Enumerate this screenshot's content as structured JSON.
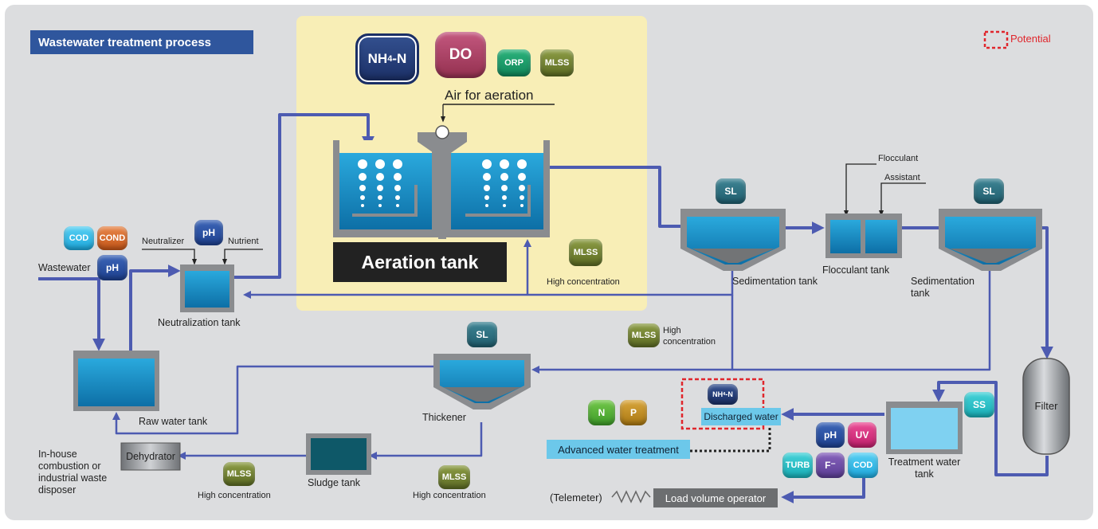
{
  "title": "Wastewater treatment process",
  "legend": {
    "potential": "Potential"
  },
  "aeration": {
    "label": "Aeration tank",
    "air_label": "Air for aeration",
    "badges": {
      "nh4n": "NH4-N",
      "do": "DO",
      "orp": "ORP",
      "mlss": "MLSS"
    },
    "return_mlss": "MLSS",
    "return_note": "High concentration"
  },
  "inputs": {
    "neutralizer": "Neutralizer",
    "nutrient": "Nutrient",
    "wastewater": "Wastewater",
    "flocculant": "Flocculant",
    "assistant": "Assistant"
  },
  "tanks": {
    "neutralization": "Neutralization tank",
    "raw_water": "Raw water tank",
    "sedimentation1": "Sedimentation tank",
    "flocculant": "Flocculant tank",
    "sedimentation2": "Sedimentation tank",
    "thickener": "Thickener",
    "sludge": "Sludge tank",
    "treatment_water": "Treatment water tank",
    "filter": "Filter",
    "dehydrator": "Dehydrator"
  },
  "badges": {
    "cod": "COD",
    "cond": "COND",
    "ph": "pH",
    "sl": "SL",
    "mlss": "MLSS",
    "n": "N",
    "p": "P",
    "ss": "SS",
    "uv": "UV",
    "turb": "TURB",
    "f": "F⁻",
    "nh4n_small": "NH4-N"
  },
  "notes": {
    "high_concentration": "High concentration",
    "high": "High",
    "concentration": "concentration",
    "discharged_water": "Discharged water",
    "advanced_treatment": "Advanced water treatment",
    "telemeter": "(Telemeter)",
    "load_volume_operator": "Load volume operator",
    "inhouse": [
      "In-house",
      "combustion or",
      "industrial waste",
      "disposer"
    ]
  },
  "colors": {
    "background": "#dcdddf",
    "aeration_zone": "#f8eeb6",
    "pipe": "#4d5bb1",
    "water": "#1596cf",
    "tank_wall": "#8a8c8f",
    "title_bar": "#2f569d",
    "potential": "#e0262c",
    "advanced_box": "#6cc8ea"
  }
}
